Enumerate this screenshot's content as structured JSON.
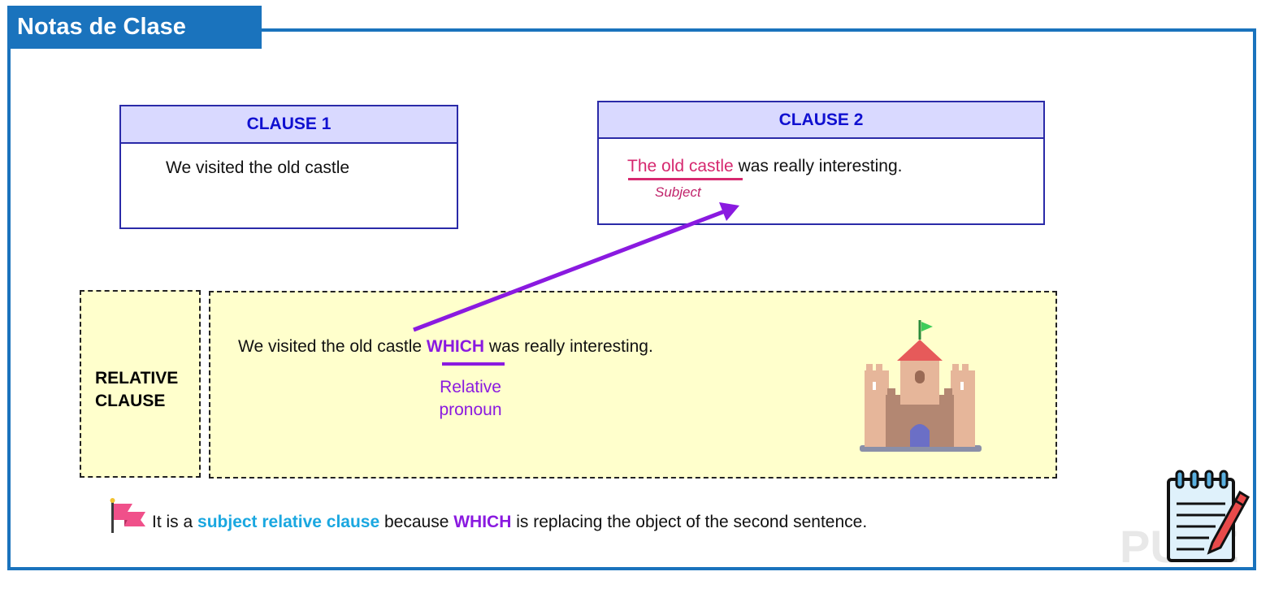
{
  "header": {
    "title": "Notas de Clase"
  },
  "clause1": {
    "heading": "CLAUSE 1",
    "text": "We visited the old castle"
  },
  "clause2": {
    "heading": "CLAUSE 2",
    "subject": "The old castle",
    "rest": " was really interesting.",
    "subject_label": "Subject"
  },
  "relative": {
    "label_line1": "RELATIVE",
    "label_line2": "CLAUSE",
    "sentence_start": "We visited the old castle ",
    "pronoun": "WHICH",
    "sentence_end": " was really interesting.",
    "pronoun_label_line1": "Relative",
    "pronoun_label_line2": "pronoun"
  },
  "note": {
    "part1": "It is a ",
    "highlight1": "subject relative clause",
    "part2": " because ",
    "highlight2": "WHICH",
    "part3": " is replacing the object of the second sentence."
  },
  "watermark": {
    "text": "PUTZ"
  },
  "colors": {
    "frame": "#1a73bd",
    "clause_border": "#2a2aa8",
    "clause_header_bg": "#d9d9ff",
    "subject": "#d6286f",
    "pronoun": "#8a1ae0",
    "highlight_blue": "#1aa7e0",
    "relative_bg": "#ffffcc"
  },
  "icons": [
    "flag-icon",
    "castle-icon",
    "notepad-pencil-icon",
    "arrow-icon"
  ]
}
